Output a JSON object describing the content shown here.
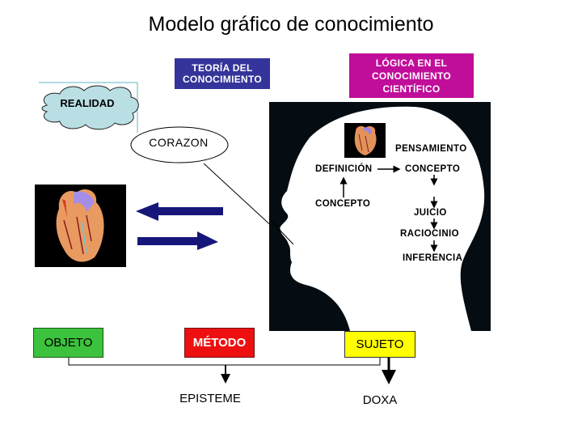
{
  "title": "Modelo gráfico de conocimiento",
  "header_boxes": {
    "teoria": {
      "line1": "TEORÍA DEL",
      "line2": "CONOCIMIENTO",
      "color": "#34349a"
    },
    "logica": {
      "line1": "LÓGICA EN EL",
      "line2": "CONOCIMIENTO",
      "line3": "CIENTÍFICO",
      "color": "#c00d9a"
    }
  },
  "realidad": {
    "label": "REALIDAD",
    "color": "#b9dfe4"
  },
  "corazon": {
    "label": "CORAZON"
  },
  "head": {
    "pensamiento": "PENSAMIENTO",
    "definicion": "DEFINICIÓN",
    "concepto_right": "CONCEPTO",
    "concepto_left": "CONCEPTO",
    "juicio": "JUICIO",
    "raciocinio": "RACIOCINIO",
    "inferencia": "INFERENCIA"
  },
  "arrows": {
    "color": "#16167a"
  },
  "bottom": {
    "objeto": {
      "label": "OBJETO",
      "color": "#3cc23c"
    },
    "metodo": {
      "label": "MÉTODO",
      "color": "#ee1010"
    },
    "sujeto": {
      "label": "SUJETO",
      "color": "#ffff00"
    },
    "episteme": "EPISTEME",
    "doxa": "DOXA"
  }
}
